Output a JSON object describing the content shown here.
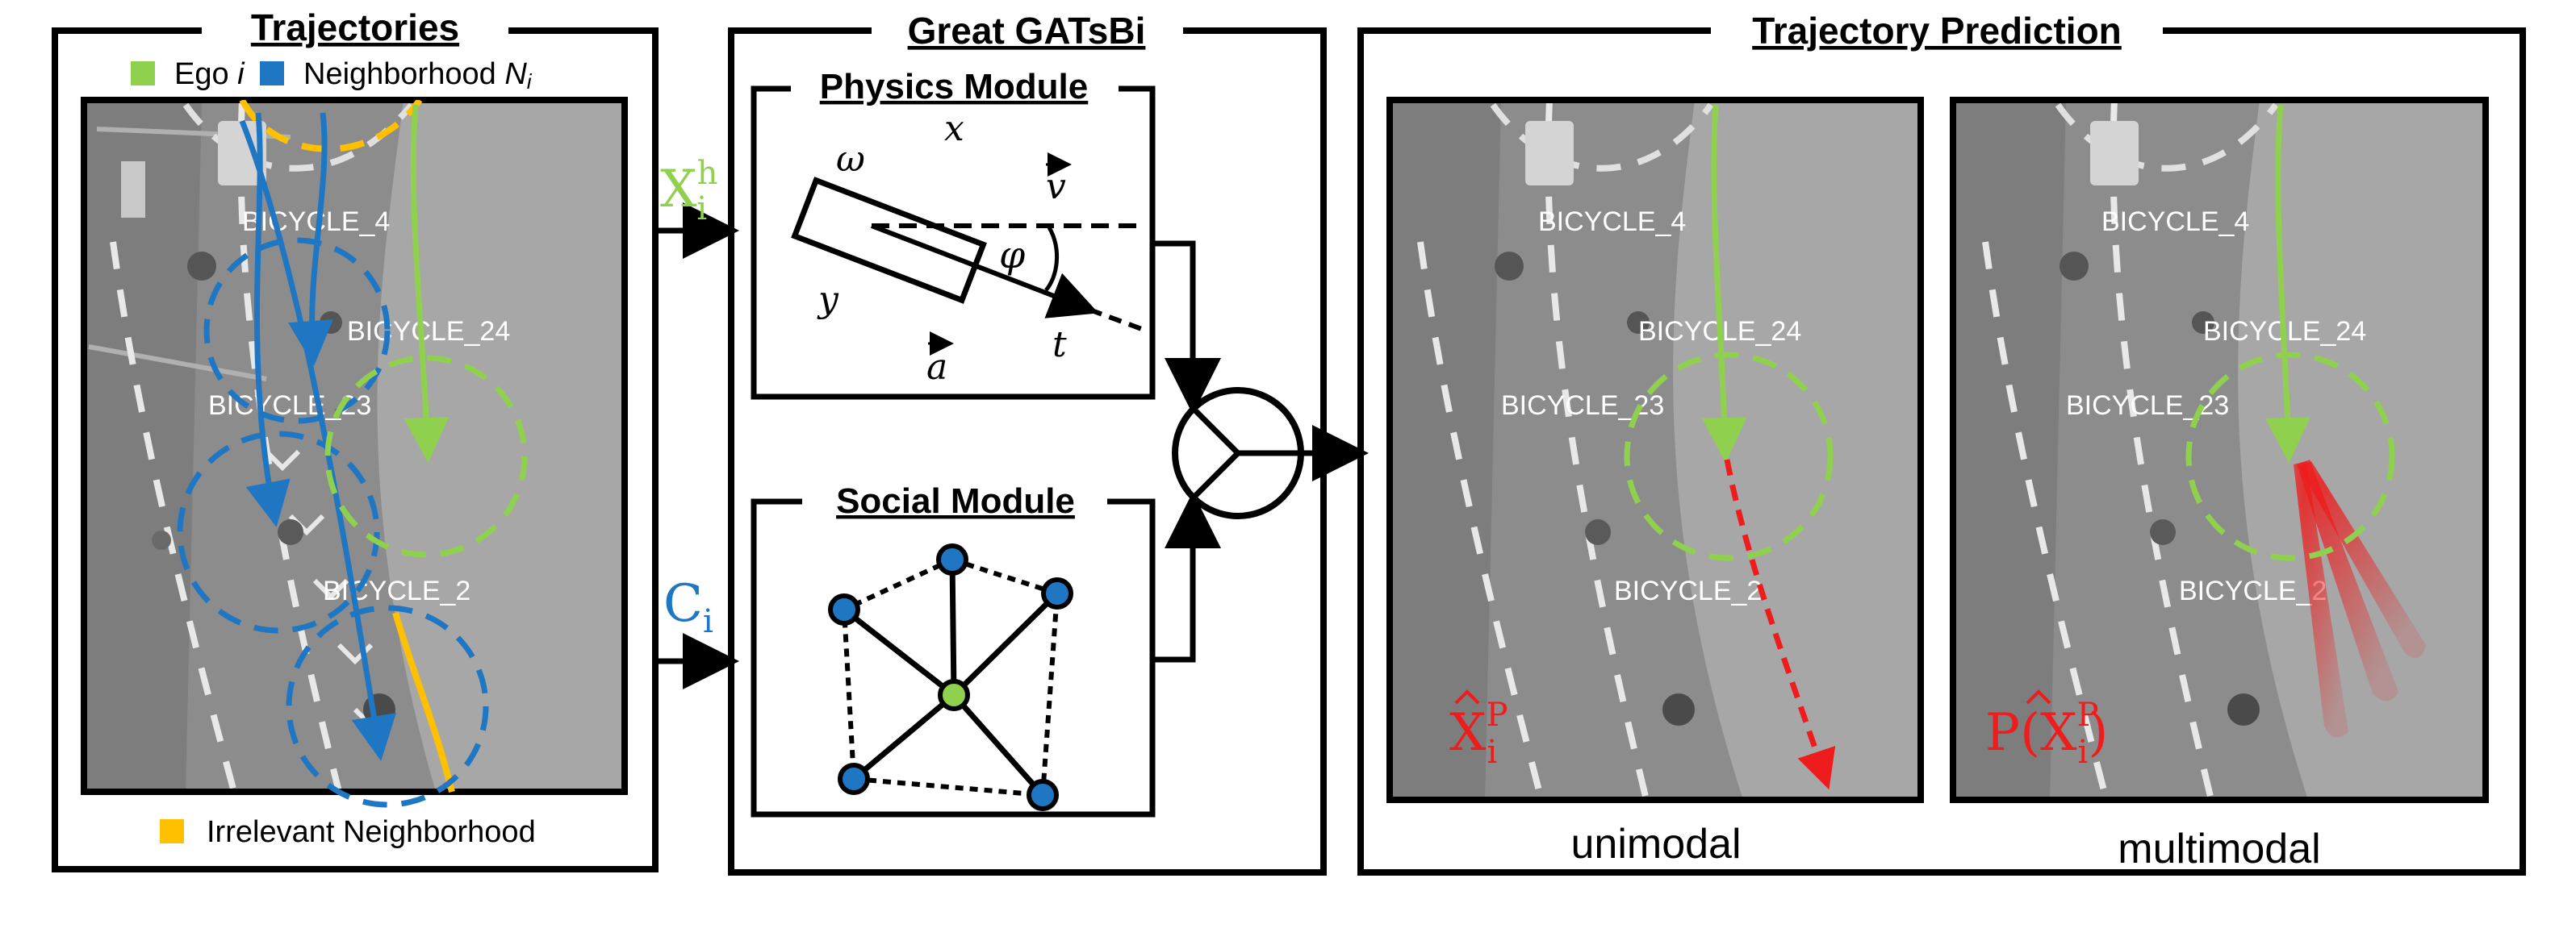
{
  "panels": {
    "trajectories": {
      "title": "Trajectories",
      "legend": {
        "ego": "Ego ",
        "ego_var": "i",
        "neighborhood": "Neighborhood ",
        "neighborhood_var": "N",
        "neighborhood_sub": "i",
        "irrelevant": "Irrelevant Neighborhood"
      },
      "scene_labels": [
        "BICYCLE_4",
        "BICYCLE_24",
        "BICYCLE_23",
        "BICYCLE_2"
      ]
    },
    "model": {
      "title": "Great GATsBi",
      "physics": {
        "title": "Physics Module",
        "symbols": {
          "x": "x",
          "y": "y",
          "omega": "ω",
          "v": "v",
          "phi": "φ",
          "a": "a",
          "t": "t"
        }
      },
      "social": {
        "title": "Social Module"
      }
    },
    "prediction": {
      "title": "Trajectory Prediction",
      "left_caption": "unimodal",
      "right_caption": "multimodal",
      "left_formula": {
        "base": "X",
        "sub": "i",
        "sup": "P"
      },
      "right_formula": {
        "prefix": "P(",
        "base": "X",
        "sub": "i",
        "sup": "P",
        "suffix": ")"
      },
      "scene_labels": [
        "BICYCLE_4",
        "BICYCLE_24",
        "BICYCLE_23",
        "BICYCLE_2"
      ]
    }
  },
  "inputs": {
    "history": {
      "base": "X",
      "sub": "i",
      "sup": "h"
    },
    "context": {
      "base": "C",
      "sub": "i"
    }
  },
  "colors": {
    "ego": "#8fd14f",
    "neighborhood": "#1f77c4",
    "irrelevant": "#ffc000",
    "prediction": "#ee1c1c",
    "frame": "#000000"
  }
}
